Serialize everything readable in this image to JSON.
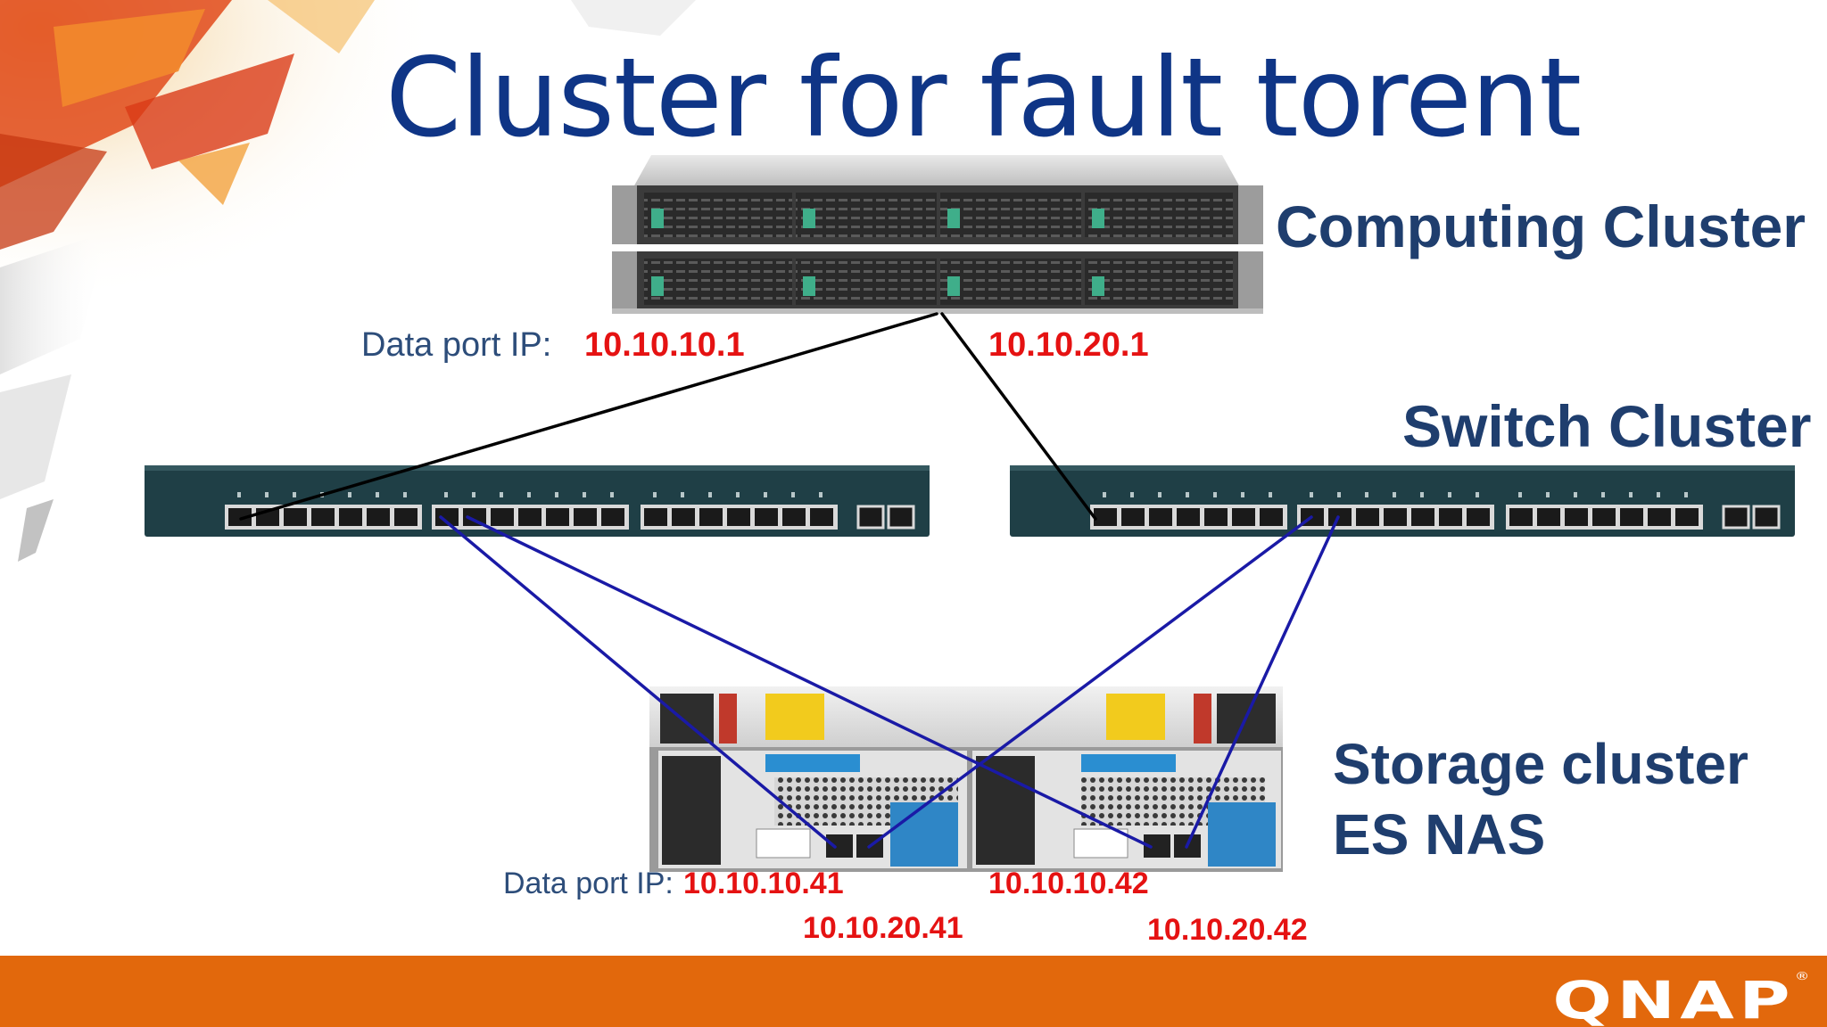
{
  "slide": {
    "title": "Cluster for fault torent"
  },
  "clusters": {
    "computing": "Computing Cluster",
    "switch": "Switch Cluster",
    "storage_line1": "Storage cluster",
    "storage_line2": "ES NAS"
  },
  "compute_ips": {
    "label": "Data port IP:",
    "ip1": "10.10.10.1",
    "ip2": "10.10.20.1"
  },
  "storage_ips": {
    "label": "Data port IP:",
    "ip_a1": "10.10.10.41",
    "ip_a2": "10.10.20.41",
    "ip_b1": "10.10.10.42",
    "ip_b2": "10.10.20.42"
  },
  "brand": {
    "logo": "QNAP",
    "trademark": "®"
  },
  "colors": {
    "title": "#0f3586",
    "label": "#1f3e6e",
    "ip_red": "#e51212",
    "footer": "#e2680c",
    "line_black": "#000000",
    "line_blue": "#1a1aa6"
  }
}
